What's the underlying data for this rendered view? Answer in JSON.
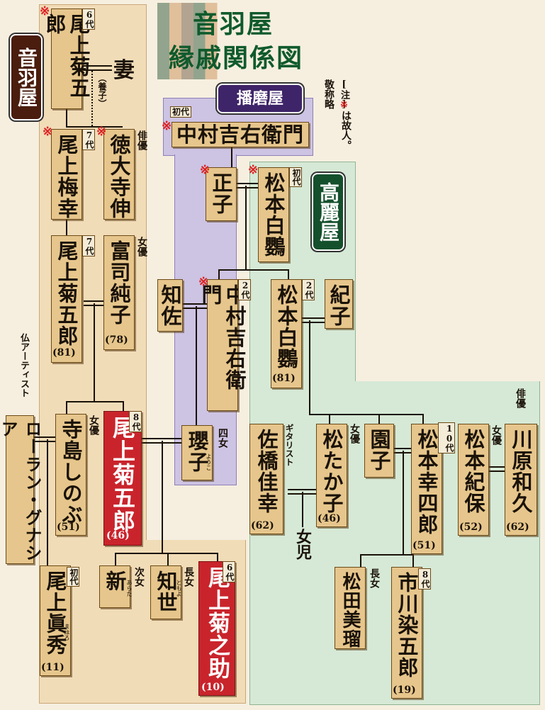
{
  "title": {
    "line1": "音羽屋",
    "line2": "縁戚関係図"
  },
  "houses": {
    "otowa": "音羽屋",
    "harima": "播磨屋",
    "korai": "高麗屋"
  },
  "note": {
    "label": "[注]",
    "mark": "※",
    "text1": "は故人。",
    "text2": "敬称略"
  },
  "marks": {
    "deceased": "※"
  },
  "people": {
    "kikugoro6": {
      "name": "尾上菊五郎",
      "gen": "6代"
    },
    "wife": {
      "name": "妻"
    },
    "adopt": {
      "text": "（養子）"
    },
    "baiko7": {
      "name": "尾上梅幸",
      "gen": "7代"
    },
    "tokudaiji": {
      "name": "徳大寺伸",
      "role": "俳優"
    },
    "kikugoro7": {
      "name": "尾上菊五郎",
      "gen": "7代",
      "age": "(81)"
    },
    "fuji": {
      "name": "富司純子",
      "role": "女優",
      "age": "(78)"
    },
    "kichiemon1": {
      "name": "中村吉右衛門",
      "gen": "初代"
    },
    "masako": {
      "name": "正子"
    },
    "hakuo1": {
      "name": "松本白鸚",
      "gen": "初代"
    },
    "chisa": {
      "name": "知佐"
    },
    "kichiemon2": {
      "name": "中村吉右衛門",
      "gen": "2代"
    },
    "hakuo2": {
      "name": "松本白鸚",
      "gen": "2代",
      "age": "(81)"
    },
    "noriko": {
      "name": "紀子"
    },
    "laurent": {
      "name": "ローラン・グナシア",
      "role": "仏アーティスト"
    },
    "terajima": {
      "name": "寺島しのぶ",
      "role": "女優",
      "age": "(51)"
    },
    "kikugoro8": {
      "name": "尾上菊五郎",
      "gen": "8代",
      "age": "(46)"
    },
    "yoko": {
      "name": "瓔子",
      "role": "四女",
      "ruby": "ようこ"
    },
    "sahashi": {
      "name": "佐橋佳幸",
      "role": "ギタリスト",
      "age": "(62)"
    },
    "takako": {
      "name": "松たか子",
      "role": "女優",
      "age": "(46)"
    },
    "daughter": {
      "name": "女児"
    },
    "sonoko": {
      "name": "園子"
    },
    "koshiro10": {
      "name": "松本幸四郎",
      "gen": "10代",
      "age": "(51)"
    },
    "kiho": {
      "name": "松本紀保",
      "role": "女優",
      "age": "(52)"
    },
    "kawahara": {
      "name": "川原和久",
      "role": "俳優",
      "age": "(62)"
    },
    "mahoro": {
      "name": "尾上眞秀",
      "gen": "初代",
      "ruby": "まほろ",
      "age": "(11)"
    },
    "arata": {
      "name": "新",
      "role": "次女",
      "ruby": "あらた"
    },
    "tomoyo": {
      "name": "知世",
      "role": "長女",
      "ruby": "ともよ"
    },
    "kikunosuke6": {
      "name": "尾上菊之助",
      "gen": "6代",
      "age": "(10)"
    },
    "matsuda": {
      "name": "松田美瑠",
      "role": "長女"
    },
    "somegoro8": {
      "name": "市川染五郎",
      "gen": "8代",
      "age": "(19)"
    }
  }
}
